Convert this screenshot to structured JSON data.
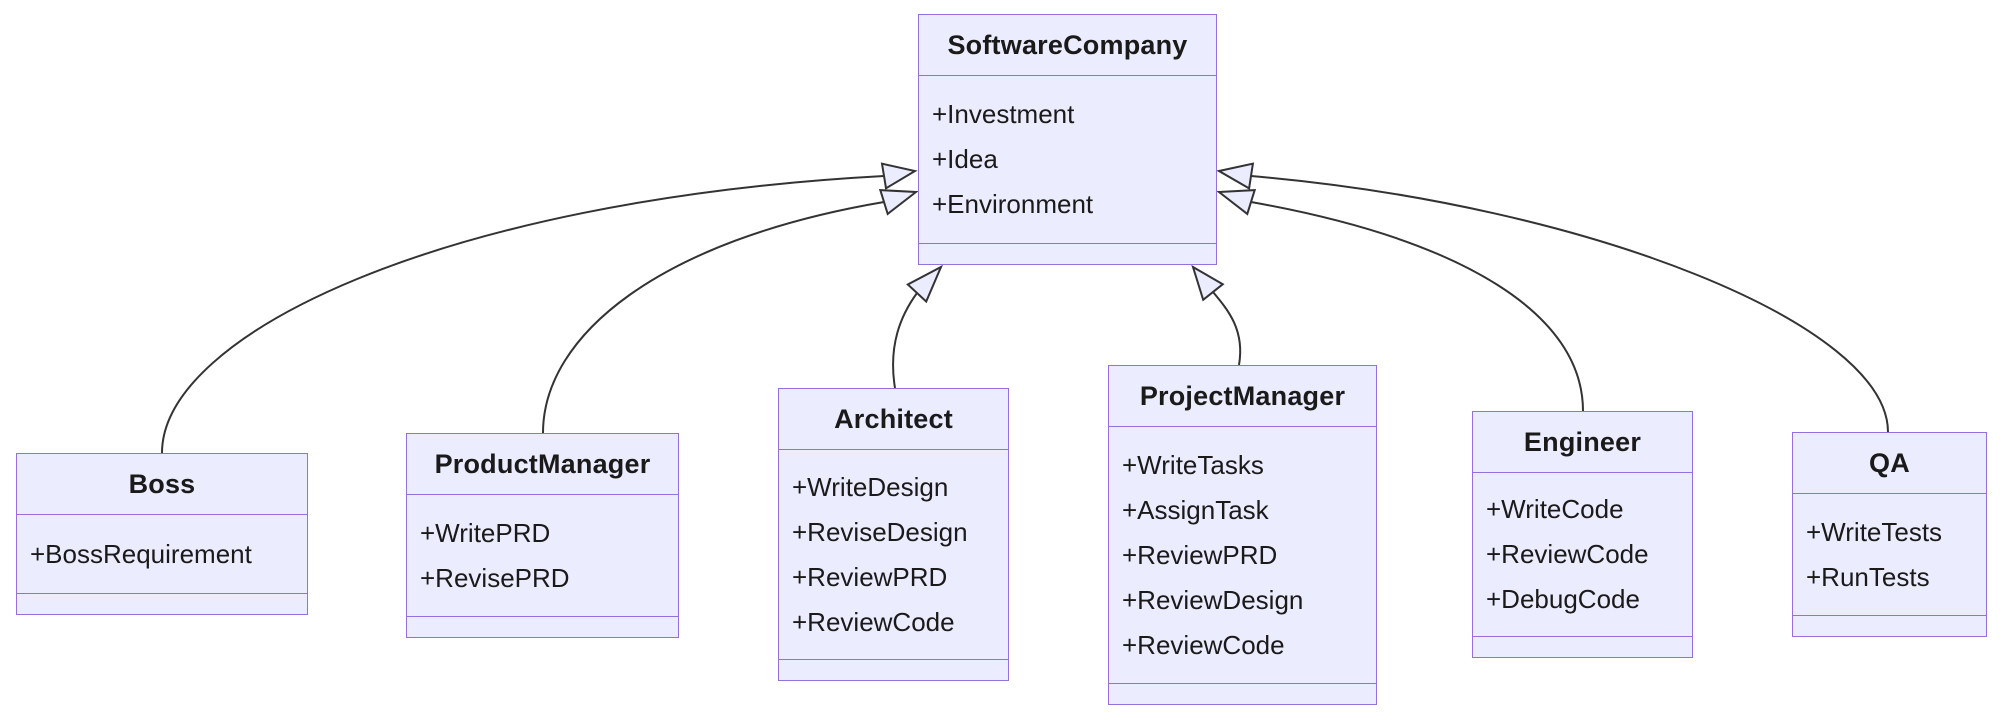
{
  "diagram": {
    "type": "uml-class-diagram",
    "colors": {
      "node_fill": "#ECECFF",
      "node_border": "#9370DB",
      "edge_line": "#333333",
      "text": "#1a1a1a",
      "background": "#ffffff"
    },
    "classes": [
      {
        "name": "SoftwareCompany",
        "members": [
          "+Investment",
          "+Idea",
          "+Environment"
        ],
        "methods": []
      },
      {
        "name": "Boss",
        "members": [
          "+BossRequirement"
        ],
        "methods": []
      },
      {
        "name": "ProductManager",
        "members": [
          "+WritePRD",
          "+RevisePRD"
        ],
        "methods": []
      },
      {
        "name": "Architect",
        "members": [
          "+WriteDesign",
          "+ReviseDesign",
          "+ReviewPRD",
          "+ReviewCode"
        ],
        "methods": []
      },
      {
        "name": "ProjectManager",
        "members": [
          "+WriteTasks",
          "+AssignTask",
          "+ReviewPRD",
          "+ReviewDesign",
          "+ReviewCode"
        ],
        "methods": []
      },
      {
        "name": "Engineer",
        "members": [
          "+WriteCode",
          "+ReviewCode",
          "+DebugCode"
        ],
        "methods": []
      },
      {
        "name": "QA",
        "members": [
          "+WriteTests",
          "+RunTests"
        ],
        "methods": []
      }
    ],
    "relationships": [
      {
        "from": "Boss",
        "to": "SoftwareCompany",
        "type": "inheritance"
      },
      {
        "from": "ProductManager",
        "to": "SoftwareCompany",
        "type": "inheritance"
      },
      {
        "from": "Architect",
        "to": "SoftwareCompany",
        "type": "inheritance"
      },
      {
        "from": "ProjectManager",
        "to": "SoftwareCompany",
        "type": "inheritance"
      },
      {
        "from": "Engineer",
        "to": "SoftwareCompany",
        "type": "inheritance"
      },
      {
        "from": "QA",
        "to": "SoftwareCompany",
        "type": "inheritance"
      }
    ]
  }
}
